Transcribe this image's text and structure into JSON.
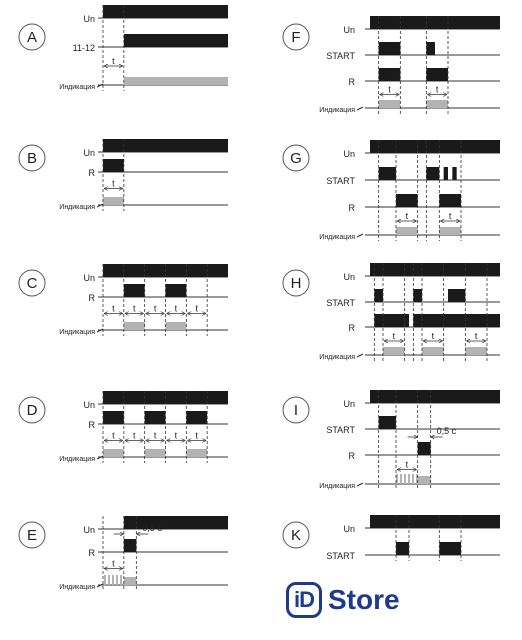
{
  "labels": {
    "un": "Un",
    "r": "R",
    "start": "START",
    "contacts": "11-12",
    "indication": "Индикация",
    "t": "t",
    "half_second": "0,5 c"
  },
  "logo": {
    "badge": "iD",
    "word": "Store",
    "brand_color": "#1f3a8a"
  },
  "panels": [
    {
      "letter": "A",
      "time_t": 5,
      "rows": [
        {
          "label": "un",
          "pulses": [
            [
              0,
              30
            ]
          ]
        },
        {
          "label": "contacts",
          "pulses": [
            [
              5,
              30
            ]
          ]
        },
        {
          "label": "indication",
          "shade": [
            [
              5,
              30
            ]
          ]
        }
      ],
      "t_arrows": [
        [
          0,
          5
        ]
      ],
      "dashes": [
        0,
        5
      ]
    },
    {
      "letter": "B",
      "time_t": 5,
      "rows": [
        {
          "label": "un",
          "pulses": [
            [
              0,
              30
            ]
          ]
        },
        {
          "label": "r",
          "pulses": [
            [
              0,
              5
            ]
          ]
        },
        {
          "label": "indication",
          "shade": [
            [
              0,
              5
            ]
          ]
        }
      ],
      "t_arrows": [
        [
          0,
          5
        ]
      ],
      "dashes": [
        0,
        5
      ]
    },
    {
      "letter": "C",
      "time_t": 5,
      "rows": [
        {
          "label": "un",
          "pulses": [
            [
              0,
              30
            ]
          ]
        },
        {
          "label": "r",
          "pulses": [
            [
              5,
              10
            ],
            [
              15,
              20
            ]
          ]
        },
        {
          "label": "indication",
          "shade": [
            [
              5,
              10
            ],
            [
              15,
              20
            ]
          ]
        }
      ],
      "t_arrows": [
        [
          0,
          5
        ],
        [
          5,
          10
        ],
        [
          10,
          15
        ],
        [
          15,
          20
        ],
        [
          20,
          25
        ]
      ],
      "dashes": [
        0,
        5,
        10,
        15,
        20,
        25
      ]
    },
    {
      "letter": "D",
      "time_t": 5,
      "rows": [
        {
          "label": "un",
          "pulses": [
            [
              0,
              30
            ]
          ]
        },
        {
          "label": "r",
          "pulses": [
            [
              0,
              5
            ],
            [
              10,
              15
            ],
            [
              20,
              25
            ]
          ]
        },
        {
          "label": "indication",
          "shade": [
            [
              0,
              5
            ],
            [
              10,
              15
            ],
            [
              20,
              25
            ]
          ]
        }
      ],
      "t_arrows": [
        [
          0,
          5
        ],
        [
          5,
          10
        ],
        [
          10,
          15
        ],
        [
          15,
          20
        ],
        [
          20,
          25
        ]
      ],
      "dashes": [
        0,
        5,
        10,
        15,
        20,
        25
      ]
    },
    {
      "letter": "E",
      "time_t": 5,
      "rows": [
        {
          "label": "un",
          "pulses": [
            [
              5,
              30
            ]
          ]
        },
        {
          "label": "r",
          "pulses": [
            [
              5,
              8
            ]
          ]
        },
        {
          "label": "indication",
          "hatch": [
            [
              0,
              5
            ]
          ],
          "shade": [
            [
              5,
              8
            ]
          ]
        }
      ],
      "t_arrows": [
        [
          0,
          5
        ]
      ],
      "half_arrow": [
        5,
        8
      ],
      "dashes": [
        0,
        5,
        8
      ]
    },
    {
      "letter": "F",
      "time_t": 5,
      "rows": [
        {
          "label": "un",
          "pulses": [
            [
              0,
              30
            ]
          ]
        },
        {
          "label": "start",
          "pulses": [
            [
              2,
              7
            ],
            [
              13,
              15
            ]
          ]
        },
        {
          "label": "r",
          "pulses": [
            [
              2,
              7
            ],
            [
              13,
              18
            ]
          ]
        },
        {
          "label": "indication",
          "shade": [
            [
              2,
              7
            ],
            [
              13,
              18
            ]
          ]
        }
      ],
      "t_arrows": [
        [
          2,
          7
        ],
        [
          13,
          18
        ]
      ],
      "dashes": [
        2,
        7,
        13,
        18
      ]
    },
    {
      "letter": "G",
      "time_t": 5,
      "rows": [
        {
          "label": "un",
          "pulses": [
            [
              0,
              30
            ]
          ]
        },
        {
          "label": "start",
          "pulses": [
            [
              2,
              6
            ],
            [
              13,
              16
            ],
            [
              17,
              18
            ],
            [
              19,
              20
            ]
          ]
        },
        {
          "label": "r",
          "pulses": [
            [
              6,
              11
            ],
            [
              16,
              21
            ]
          ]
        },
        {
          "label": "indication",
          "shade": [
            [
              6,
              11
            ],
            [
              16,
              21
            ]
          ]
        }
      ],
      "t_arrows": [
        [
          6,
          11
        ],
        [
          16,
          21
        ]
      ],
      "dashes": [
        2,
        6,
        11,
        13,
        16,
        21
      ]
    },
    {
      "letter": "H",
      "time_t": 5,
      "rows": [
        {
          "label": "un",
          "pulses": [
            [
              0,
              30
            ]
          ]
        },
        {
          "label": "start",
          "pulses": [
            [
              1,
              3
            ],
            [
              10,
              12
            ],
            [
              18,
              22
            ]
          ]
        },
        {
          "label": "r",
          "pulses": [
            [
              1,
              9
            ],
            [
              10,
              30
            ]
          ]
        },
        {
          "label": "indication",
          "shade": [
            [
              3,
              8
            ],
            [
              12,
              17
            ],
            [
              22,
              27
            ]
          ]
        }
      ],
      "t_arrows": [
        [
          3,
          8
        ],
        [
          12,
          17
        ],
        [
          22,
          27
        ]
      ],
      "dashes": [
        1,
        3,
        8,
        10,
        12,
        17,
        22,
        27
      ]
    },
    {
      "letter": "I",
      "time_t": 5,
      "rows": [
        {
          "label": "un",
          "pulses": [
            [
              0,
              30
            ]
          ]
        },
        {
          "label": "start",
          "pulses": [
            [
              2,
              6
            ]
          ]
        },
        {
          "label": "r",
          "pulses": [
            [
              11,
              14
            ]
          ]
        },
        {
          "label": "indication",
          "hatch": [
            [
              6,
              11
            ]
          ],
          "shade": [
            [
              11,
              14
            ]
          ]
        }
      ],
      "t_arrows": [
        [
          6,
          11
        ]
      ],
      "half_arrow": [
        11,
        14
      ],
      "dashes": [
        2,
        6,
        11,
        14
      ]
    },
    {
      "letter": "K",
      "time_t": 5,
      "rows": [
        {
          "label": "un",
          "pulses": [
            [
              0,
              30
            ]
          ]
        },
        {
          "label": "start",
          "pulses": [
            [
              6,
              9
            ],
            [
              16,
              21
            ]
          ]
        }
      ],
      "t_arrows": [],
      "dashes": [
        6,
        9,
        16,
        21
      ]
    }
  ]
}
